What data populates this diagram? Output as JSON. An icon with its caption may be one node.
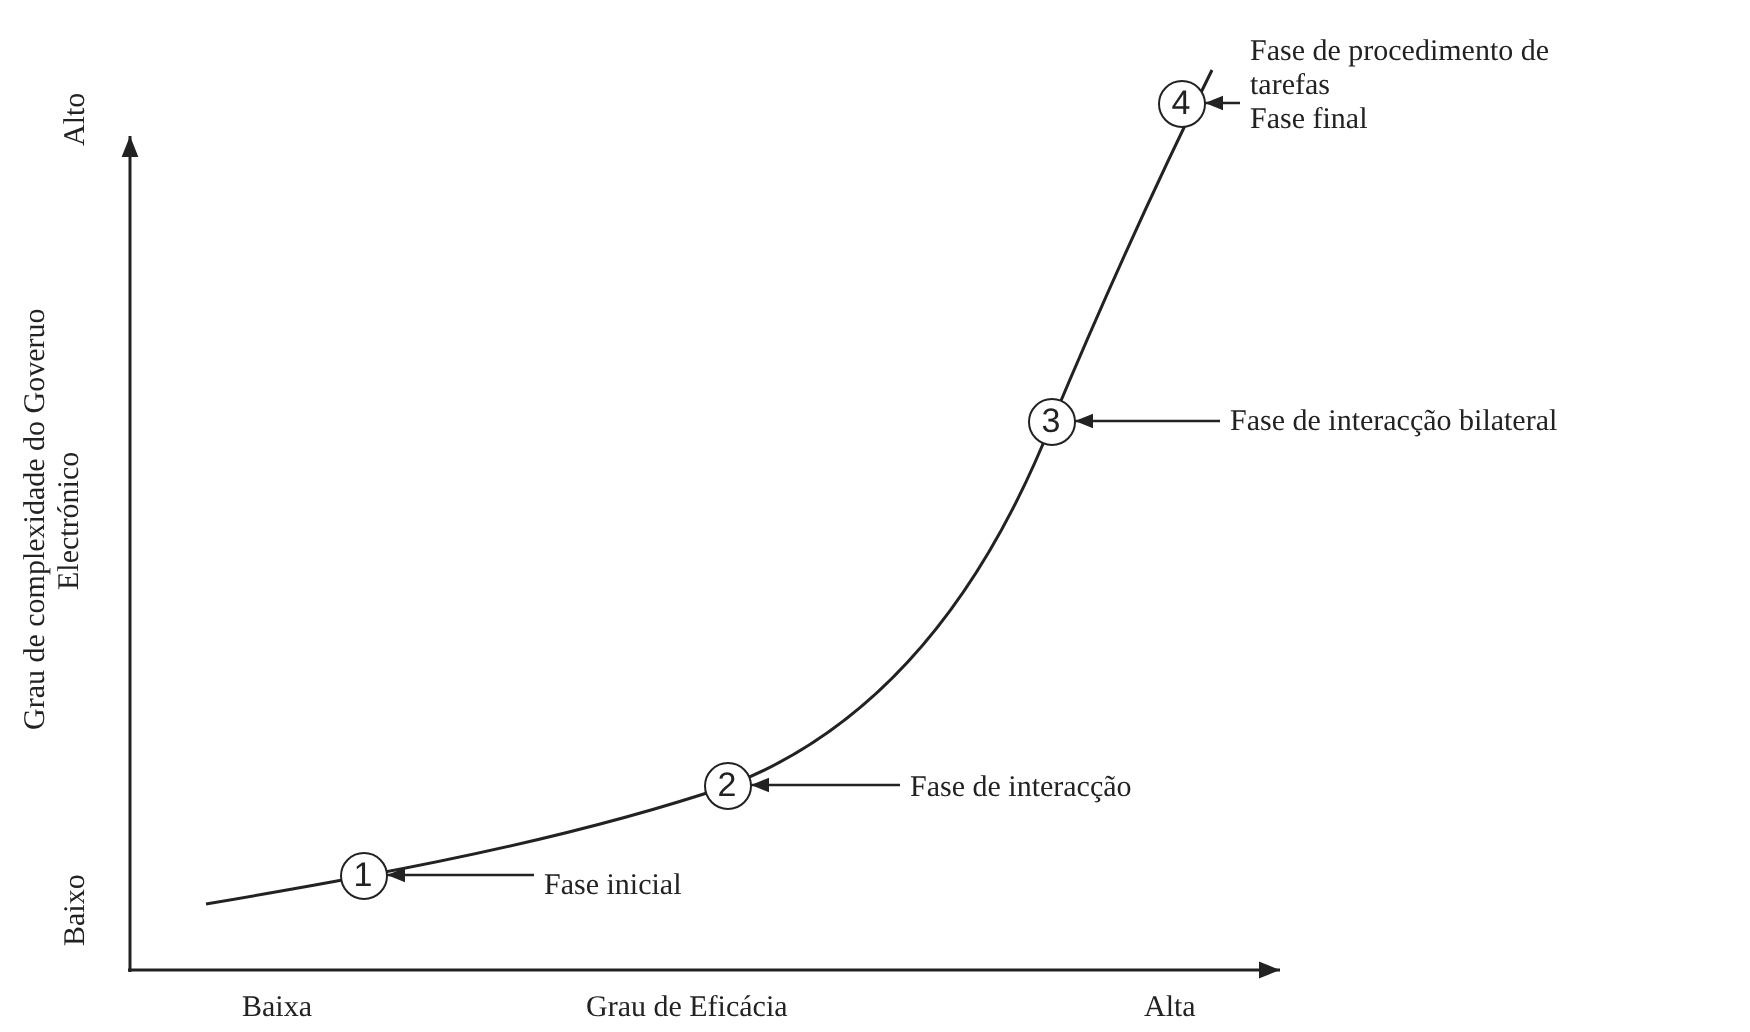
{
  "diagram": {
    "nodes": [
      {
        "text": [
          "1"
        ]
      },
      {
        "text": [
          "2"
        ]
      },
      {
        "text": [
          "3"
        ]
      },
      {
        "text": [
          "4"
        ]
      },
      {
        "text": [
          "Fase inicial"
        ]
      },
      {
        "text": [
          "Fase de interacção"
        ]
      },
      {
        "text": [
          "Fase de interacção bilateral"
        ]
      },
      {
        "text": [
          "Fase de procedimento de tarefas",
          "Fase final"
        ]
      }
    ],
    "edges": [
      {
        "from": 4,
        "to": 0,
        "arrow": "to"
      },
      {
        "from": 5,
        "to": 1,
        "arrow": "to"
      },
      {
        "from": 6,
        "to": 2,
        "arrow": "to"
      },
      {
        "from": 7,
        "to": 3,
        "arrow": "to"
      }
    ],
    "labels": [
      "Alto",
      "Grau de complexidade do Goveruo Electrónico",
      "Baixo",
      "Baixa",
      "Grau de Eficácia",
      "Alta"
    ]
  }
}
